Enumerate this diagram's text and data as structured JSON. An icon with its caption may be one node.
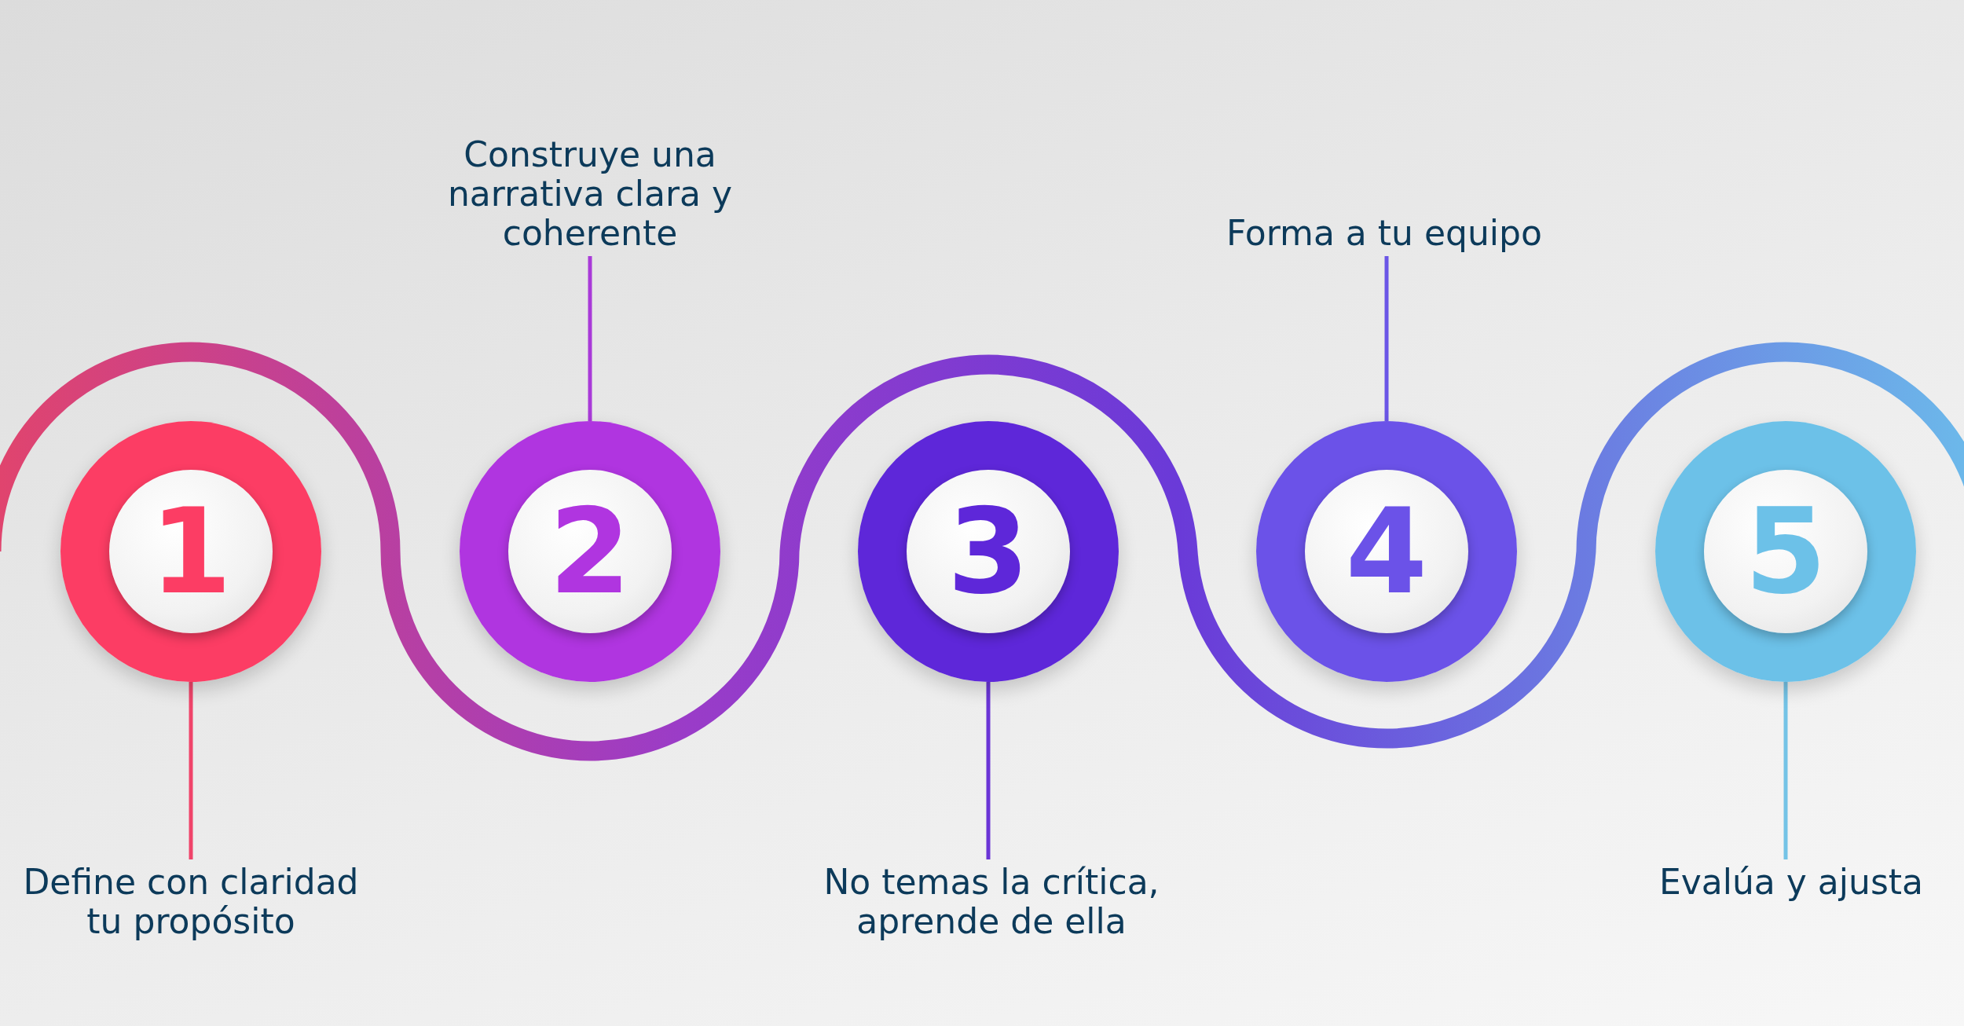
{
  "diagram": {
    "nodes": [
      {
        "text": [
          "1"
        ]
      },
      {
        "text": [
          "2"
        ]
      },
      {
        "text": [
          "3"
        ]
      },
      {
        "text": [
          "4"
        ]
      },
      {
        "text": [
          "5"
        ]
      },
      {
        "text": [
          "Define con claridad tu propósito"
        ]
      },
      {
        "text": [
          "Construye una narrativa clara y coherente"
        ]
      },
      {
        "text": [
          "No temas la crítica, aprende de ella"
        ]
      },
      {
        "text": [
          "Forma a tu equipo"
        ]
      },
      {
        "text": [
          "Evalúa y ajusta"
        ]
      }
    ],
    "edges": [
      {
        "from": 5,
        "to": 0,
        "arrow": "none",
        "color": "#f0446a"
      },
      {
        "from": 6,
        "to": 1,
        "arrow": "none",
        "color": "#a93ad8"
      },
      {
        "from": 7,
        "to": 2,
        "arrow": "none",
        "color": "#6a34d6"
      },
      {
        "from": 8,
        "to": 3,
        "arrow": "none",
        "color": "#6a55e6"
      },
      {
        "from": 9,
        "to": 4,
        "arrow": "none",
        "color": "#74c3e6"
      }
    ]
  }
}
